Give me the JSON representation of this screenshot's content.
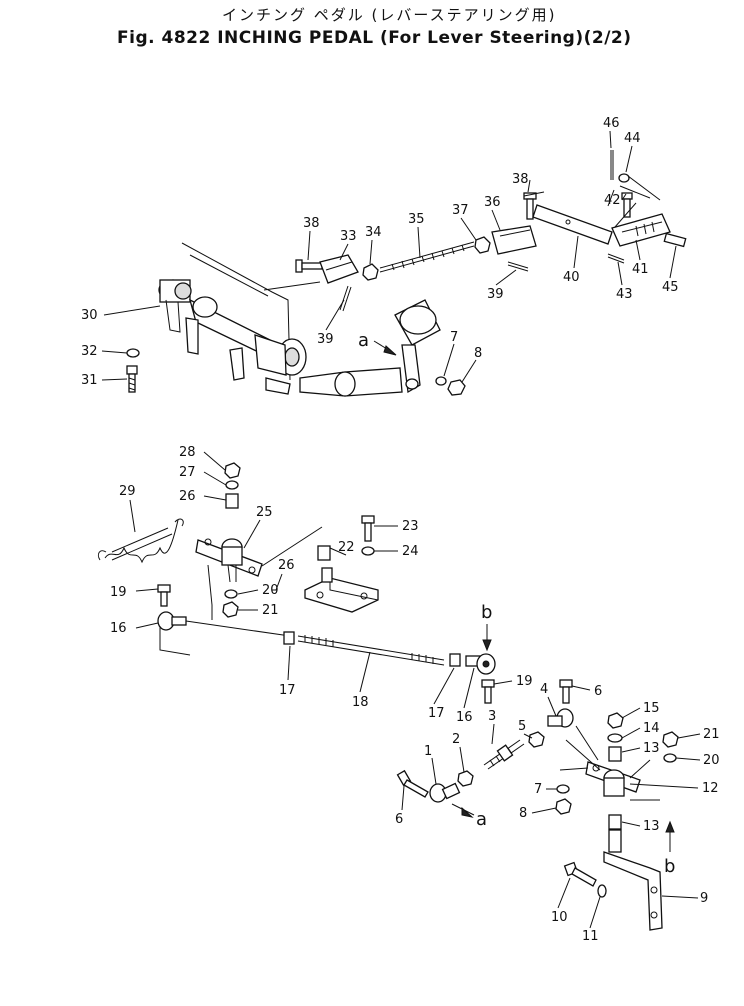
{
  "title": {
    "jp": "インチング ペダル (レバーステアリング用)",
    "en": "Fig. 4822 INCHING PEDAL (For Lever Steering)(2/2)"
  },
  "parts": [
    {
      "id": "p46",
      "num": "46"
    },
    {
      "id": "p44",
      "num": "44"
    },
    {
      "id": "p38a",
      "num": "38"
    },
    {
      "id": "p42",
      "num": "42"
    },
    {
      "id": "p37",
      "num": "37"
    },
    {
      "id": "p36",
      "num": "36"
    },
    {
      "id": "p35",
      "num": "35"
    },
    {
      "id": "p38b",
      "num": "38"
    },
    {
      "id": "p33",
      "num": "33"
    },
    {
      "id": "p34",
      "num": "34"
    },
    {
      "id": "p40",
      "num": "40"
    },
    {
      "id": "p41",
      "num": "41"
    },
    {
      "id": "p45",
      "num": "45"
    },
    {
      "id": "p39a",
      "num": "39"
    },
    {
      "id": "p43",
      "num": "43"
    },
    {
      "id": "p39b",
      "num": "39"
    },
    {
      "id": "p30",
      "num": "30"
    },
    {
      "id": "p32",
      "num": "32"
    },
    {
      "id": "p31",
      "num": "31"
    },
    {
      "id": "p7a",
      "num": "7"
    },
    {
      "id": "p8a",
      "num": "8"
    },
    {
      "id": "p28",
      "num": "28"
    },
    {
      "id": "p27",
      "num": "27"
    },
    {
      "id": "p26a",
      "num": "26"
    },
    {
      "id": "p29",
      "num": "29"
    },
    {
      "id": "p25",
      "num": "25"
    },
    {
      "id": "p23",
      "num": "23"
    },
    {
      "id": "p22",
      "num": "22"
    },
    {
      "id": "p24",
      "num": "24"
    },
    {
      "id": "p26b",
      "num": "26"
    },
    {
      "id": "p20a",
      "num": "20"
    },
    {
      "id": "p21a",
      "num": "21"
    },
    {
      "id": "p19a",
      "num": "19"
    },
    {
      "id": "p16a",
      "num": "16"
    },
    {
      "id": "p17a",
      "num": "17"
    },
    {
      "id": "p18",
      "num": "18"
    },
    {
      "id": "p17b",
      "num": "17"
    },
    {
      "id": "p16b",
      "num": "16"
    },
    {
      "id": "p19b",
      "num": "19"
    },
    {
      "id": "p4",
      "num": "4"
    },
    {
      "id": "p6a",
      "num": "6"
    },
    {
      "id": "p15",
      "num": "15"
    },
    {
      "id": "p14",
      "num": "14"
    },
    {
      "id": "p21b",
      "num": "21"
    },
    {
      "id": "p13a",
      "num": "13"
    },
    {
      "id": "p20b",
      "num": "20"
    },
    {
      "id": "p3",
      "num": "3"
    },
    {
      "id": "p5",
      "num": "5"
    },
    {
      "id": "p12",
      "num": "12"
    },
    {
      "id": "p1",
      "num": "1"
    },
    {
      "id": "p2",
      "num": "2"
    },
    {
      "id": "p7b",
      "num": "7"
    },
    {
      "id": "p8b",
      "num": "8"
    },
    {
      "id": "p6b",
      "num": "6"
    },
    {
      "id": "p13b",
      "num": "13"
    },
    {
      "id": "p9",
      "num": "9"
    },
    {
      "id": "p10",
      "num": "10"
    },
    {
      "id": "p11",
      "num": "11"
    }
  ],
  "refs": {
    "a_top": "a",
    "a_bottom": "a",
    "b_top": "b",
    "b_bottom": "b"
  }
}
